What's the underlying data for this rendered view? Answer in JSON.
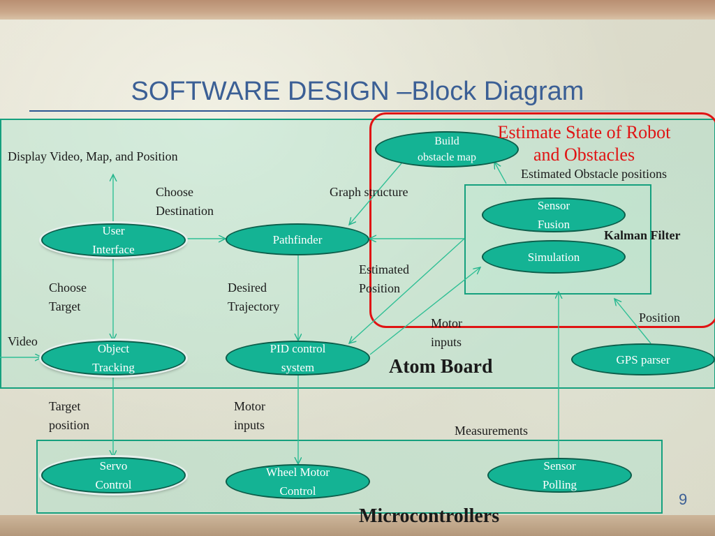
{
  "slide": {
    "title": "SOFTWARE DESIGN –Block Diagram",
    "page_number": "9"
  },
  "colors": {
    "title": "#3b5f95",
    "node_fill": "#14b394",
    "region_border": "#15a07e",
    "highlight_border": "#e01414"
  },
  "regions": {
    "atom_board": "Atom Board",
    "microcontrollers": "Microcontrollers",
    "kalman_filter": "Kalman Filter",
    "estimate_state": "Estimate State of Robot\nand Obstacles"
  },
  "nodes": {
    "build_obstacle_map": "Build\nobstacle map",
    "user_interface": "User\nInterface",
    "pathfinder": "Pathfinder",
    "sensor_fusion": "Sensor\nFusion",
    "simulation": "Simulation",
    "object_tracking": "Object\nTracking",
    "pid_control": "PID control\nsystem",
    "gps_parser": "GPS parser",
    "servo_control": "Servo\nControl",
    "wheel_motor_control": "Wheel Motor\nControl",
    "sensor_polling": "Sensor\nPolling"
  },
  "labels": {
    "display_video": "Display Video, Map, and Position",
    "choose_destination": "Choose\nDestination",
    "graph_structure": "Graph structure",
    "estimated_obstacle_positions": "Estimated Obstacle positions",
    "choose_target": "Choose\nTarget",
    "desired_trajectory": "Desired\nTrajectory",
    "estimated_position": "Estimated\nPosition",
    "motor_inputs_upper": "Motor\ninputs",
    "position": "Position",
    "video": "Video",
    "target_position": "Target\nposition",
    "motor_inputs_lower": "Motor\ninputs",
    "measurements": "Measurements"
  }
}
